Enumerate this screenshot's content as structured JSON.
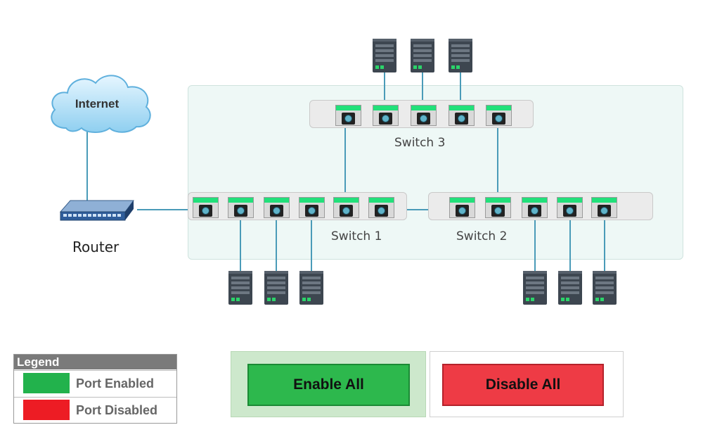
{
  "cloud": {
    "label": "Internet"
  },
  "router": {
    "label": "Router"
  },
  "switches": [
    {
      "id": "switch-3",
      "label": "Switch 3",
      "port_count": 5
    },
    {
      "id": "switch-1",
      "label": "Switch 1",
      "port_count": 6
    },
    {
      "id": "switch-2",
      "label": "Switch 2",
      "port_count": 5
    }
  ],
  "legend": {
    "title": "Legend",
    "items": [
      {
        "label": "Port Enabled",
        "color": "#22b24c"
      },
      {
        "label": "Port Disabled",
        "color": "#ed1c24"
      }
    ]
  },
  "buttons": {
    "enable_all": "Enable All",
    "disable_all": "Disable All"
  },
  "colors": {
    "port_enabled": "#22e07a",
    "port_disabled": "#ed1c24",
    "link": "#4a9bb8",
    "enable_button": "#2db84d",
    "disable_button": "#ee3b45"
  }
}
